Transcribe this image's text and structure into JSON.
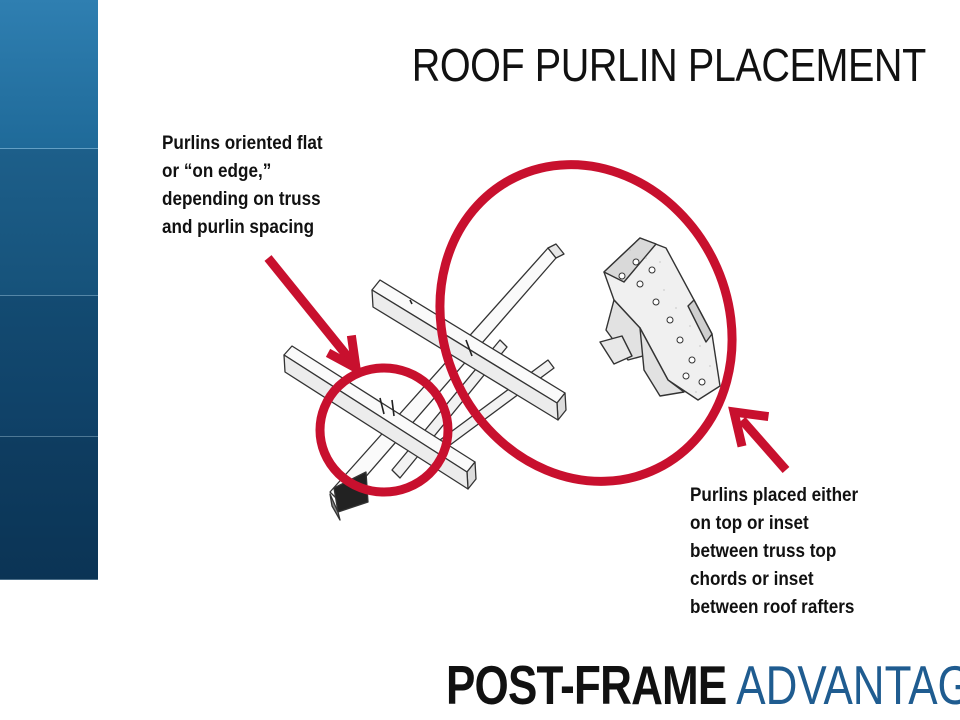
{
  "slide": {
    "title": "ROOF PURLIN PLACEMENT",
    "note_left_lines": [
      "Purlins oriented flat",
      "or “on edge,”",
      "depending on truss",
      "and purlin spacing"
    ],
    "note_right_lines": [
      "Purlins placed either",
      "on top or inset",
      "between truss top",
      "chords or inset",
      "between roof rafters"
    ],
    "brand_bold": "POST-FRAME",
    "brand_light": "ADVANTAGE"
  },
  "colors": {
    "highlight_red": "#c8102e",
    "brand_blue": "#1f5c90",
    "sidebar_blue": "#1f6a99"
  }
}
